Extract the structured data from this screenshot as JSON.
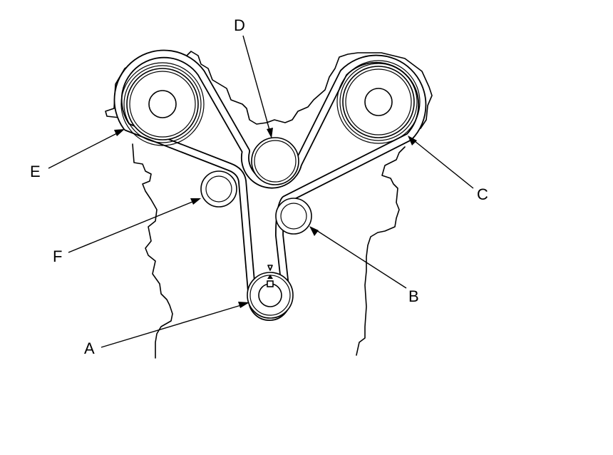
{
  "labels": {
    "a": "A",
    "b": "B",
    "c": "C",
    "d": "D",
    "e": "E",
    "f": "F"
  },
  "colors": {
    "line": "#000000",
    "background": "#ffffff"
  }
}
